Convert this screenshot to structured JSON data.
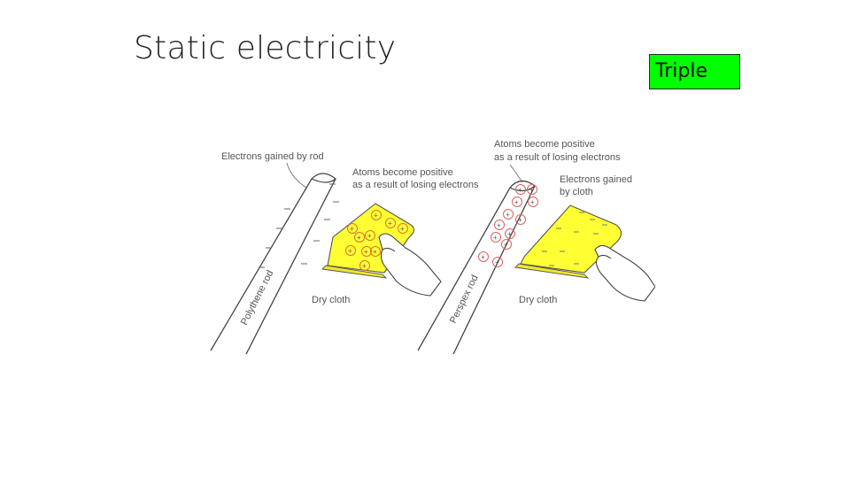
{
  "slide": {
    "title": "Static electricity",
    "badge": "Triple"
  },
  "diagram": {
    "left": {
      "label_electrons": "Electrons gained by rod",
      "label_atoms_1": "Atoms become positive",
      "label_atoms_2": "as a result of losing electrons",
      "rod_label": "Polythene rod",
      "cloth_label": "Dry cloth"
    },
    "right": {
      "label_atoms_1": "Atoms become positive",
      "label_atoms_2": "as a result of losing electrons",
      "label_electrons_1": "Electrons gained",
      "label_electrons_2": "by cloth",
      "rod_label": "Perspex rod",
      "cloth_label": "Dry cloth"
    },
    "colors": {
      "cloth": "#ffff33",
      "positive_charge": "#e07030",
      "positive_charge_right": "#e06060",
      "line": "#444444"
    }
  }
}
